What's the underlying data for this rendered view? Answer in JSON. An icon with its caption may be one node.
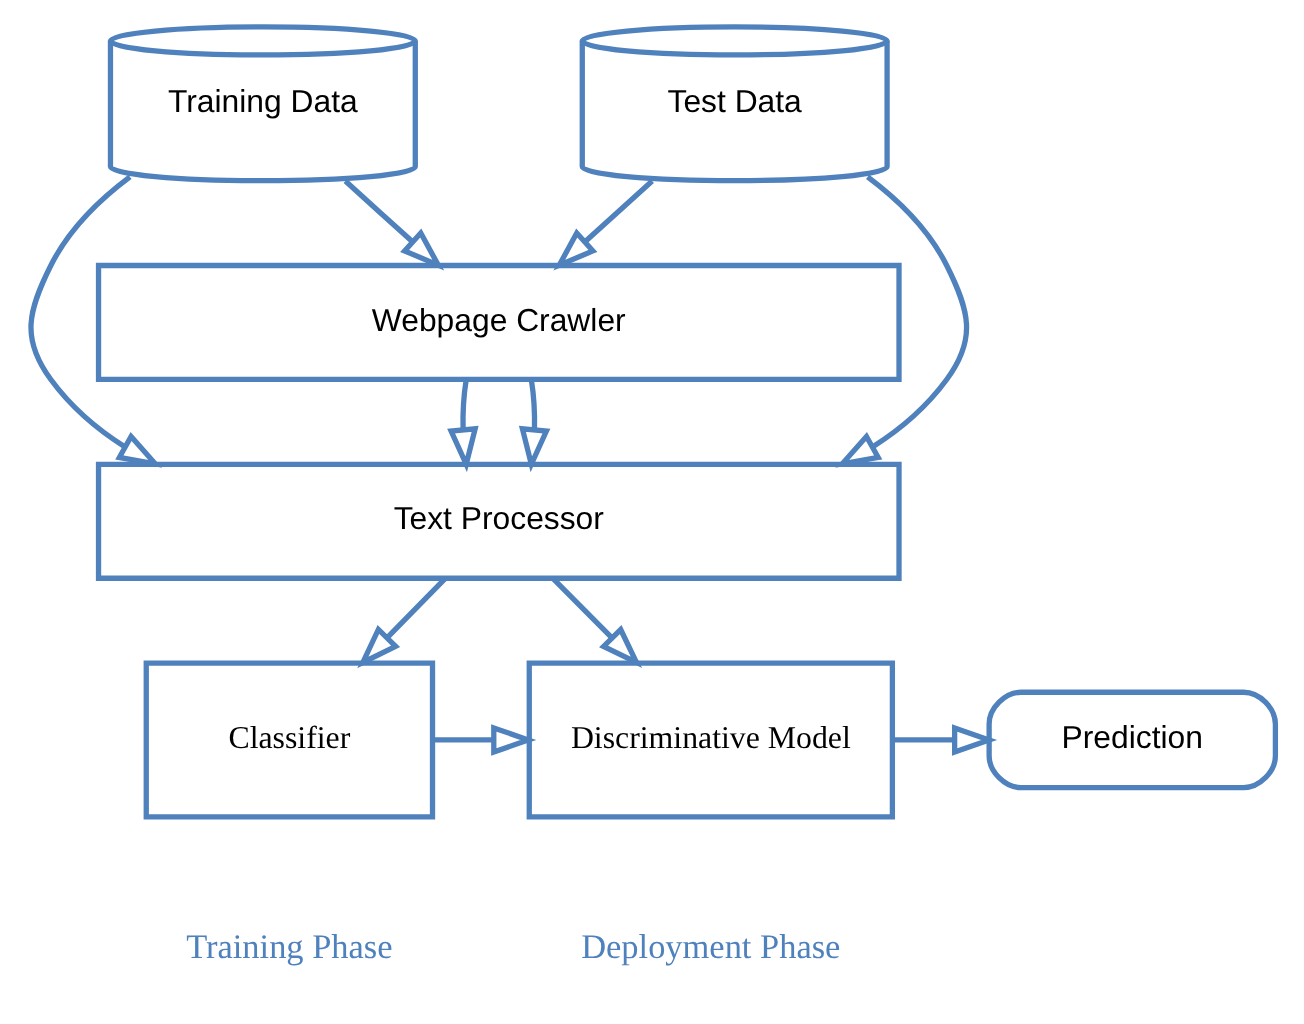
{
  "diagram": {
    "nodes": [
      {
        "text": [
          "Training Data"
        ]
      },
      {
        "text": [
          "Test Data"
        ]
      },
      {
        "text": [
          "Webpage Crawler"
        ]
      },
      {
        "text": [
          "Text Processor"
        ]
      },
      {
        "text": [
          "Classifier"
        ]
      },
      {
        "text": [
          "Discriminative Model"
        ]
      },
      {
        "text": [
          "Prediction"
        ]
      }
    ],
    "edges": [
      {
        "from": 0,
        "to": 2,
        "arrow": "to"
      },
      {
        "from": 1,
        "to": 2,
        "arrow": "to"
      },
      {
        "from": 2,
        "to": 3,
        "arrow": "to"
      },
      {
        "from": 2,
        "to": 3,
        "arrow": "to"
      },
      {
        "from": 0,
        "to": 3,
        "arrow": "to"
      },
      {
        "from": 1,
        "to": 3,
        "arrow": "to"
      },
      {
        "from": 3,
        "to": 4,
        "arrow": "to"
      },
      {
        "from": 3,
        "to": 5,
        "arrow": "to"
      },
      {
        "from": 4,
        "to": 5,
        "arrow": "to"
      },
      {
        "from": 5,
        "to": 6,
        "arrow": "to"
      }
    ],
    "labels": [
      "Training Phase",
      "Deployment Phase"
    ]
  }
}
